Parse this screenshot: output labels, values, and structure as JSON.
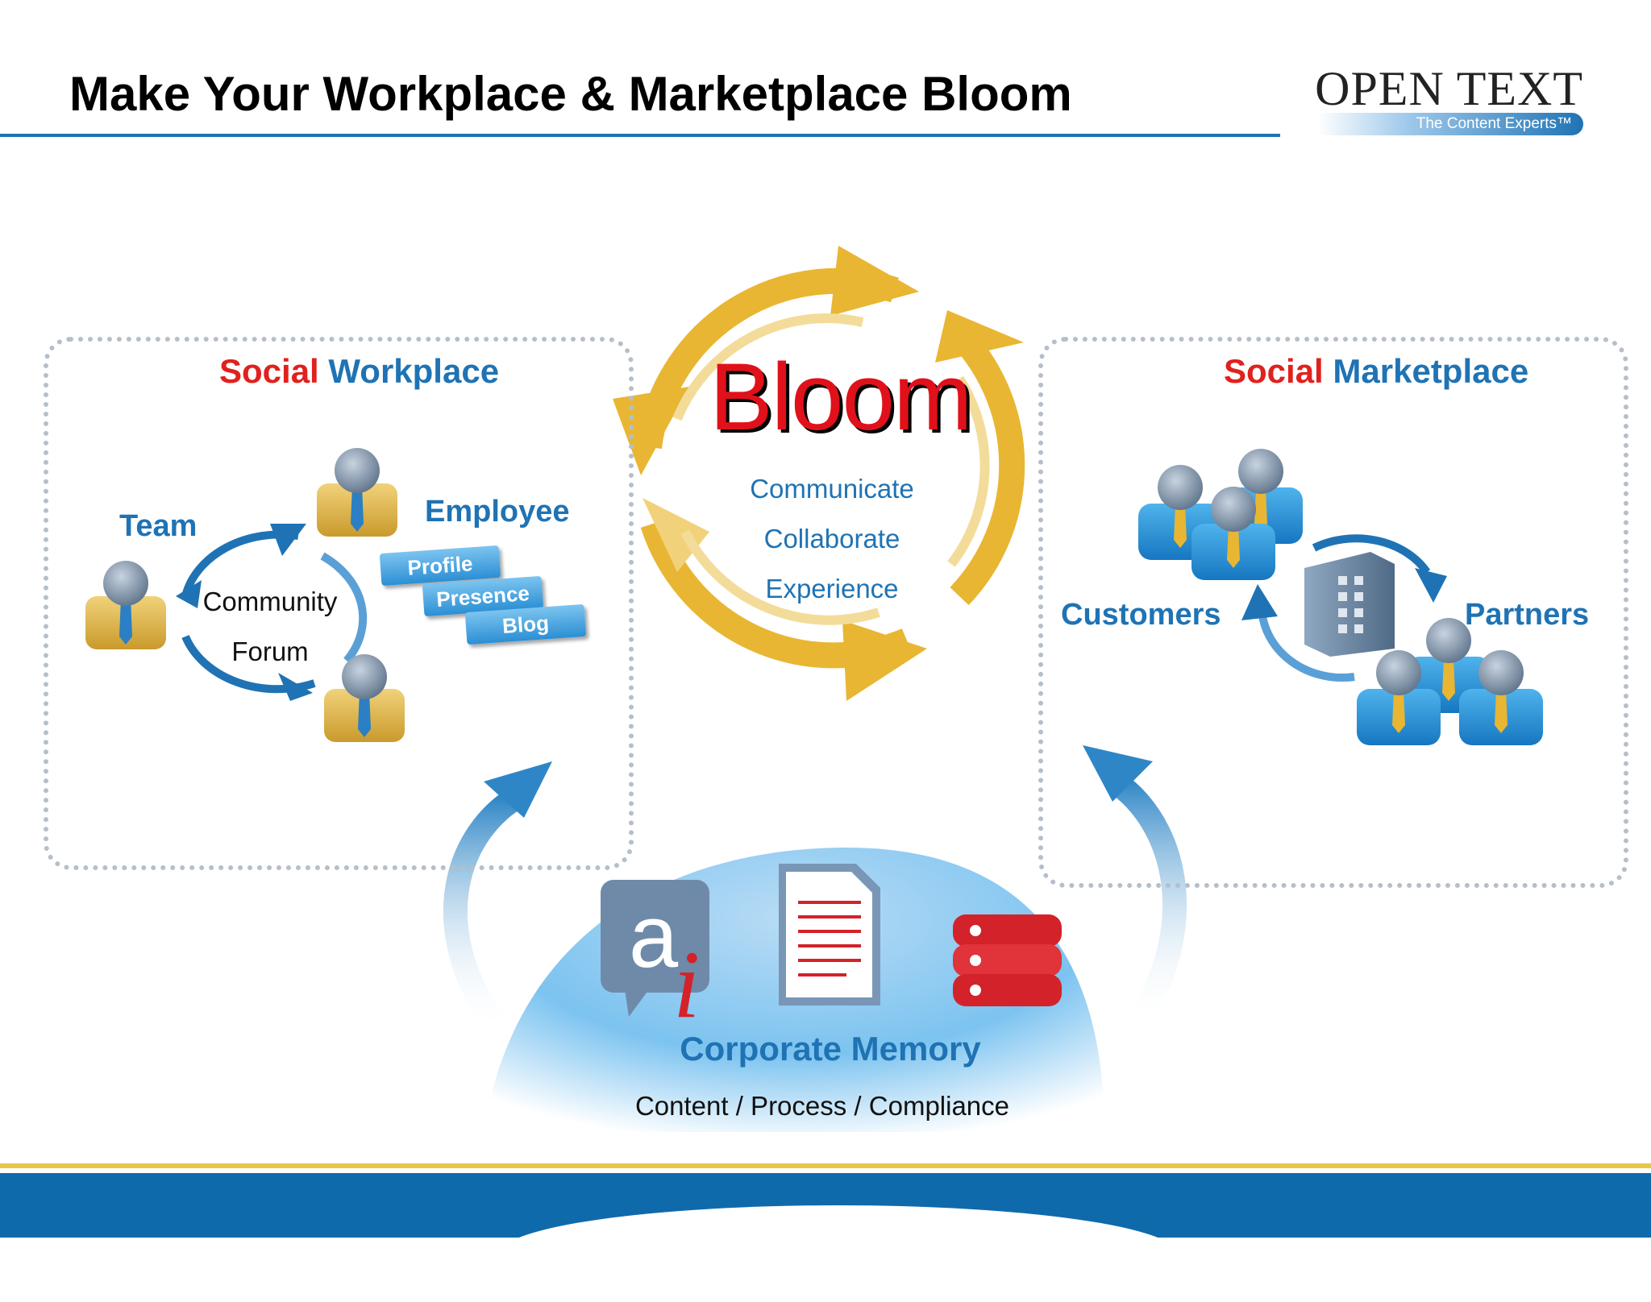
{
  "header": {
    "title": "Make Your Workplace & Marketplace Bloom",
    "logo_word": "OPEN TEXT",
    "logo_tagline": "The Content Experts™"
  },
  "center": {
    "title": "Bloom",
    "verbs": [
      "Communicate",
      "Collaborate",
      "Experience"
    ]
  },
  "workplace": {
    "heading_red": "Social",
    "heading_blue": "Workplace",
    "team_label": "Team",
    "employee_label": "Employee",
    "community_label": "Community",
    "forum_label": "Forum",
    "tags": [
      "Profile",
      "Presence",
      "Blog"
    ]
  },
  "marketplace": {
    "heading_red": "Social",
    "heading_blue": "Marketplace",
    "customers_label": "Customers",
    "partners_label": "Partners"
  },
  "memory": {
    "title": "Corporate Memory",
    "subtitle": "Content / Process / Compliance"
  },
  "colors": {
    "brand_blue": "#1f73b4",
    "accent_red": "#e0211d",
    "gold": "#e8b632",
    "footer_blue": "#0f6aab"
  }
}
